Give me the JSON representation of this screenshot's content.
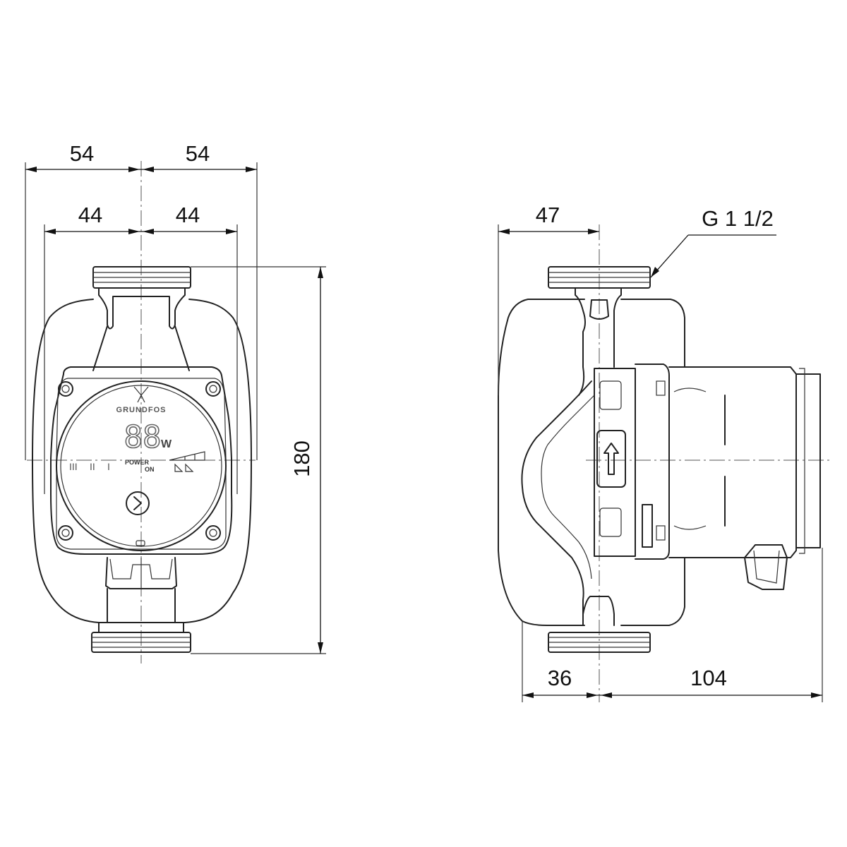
{
  "dimensions": {
    "front_half_width_left": "54",
    "front_half_width_right": "54",
    "front_inner_left": "44",
    "front_inner_right": "44",
    "front_height": "180",
    "side_top_offset": "47",
    "side_bottom_left": "36",
    "side_bottom_right": "104",
    "thread_spec": "G 1 1/2"
  },
  "control_panel": {
    "brand": "GRUNDFOS",
    "display_digits": "88",
    "display_unit": "W",
    "power_label": "POWER",
    "on_label": "ON",
    "speed_labels": [
      "III",
      "II",
      "I"
    ]
  }
}
